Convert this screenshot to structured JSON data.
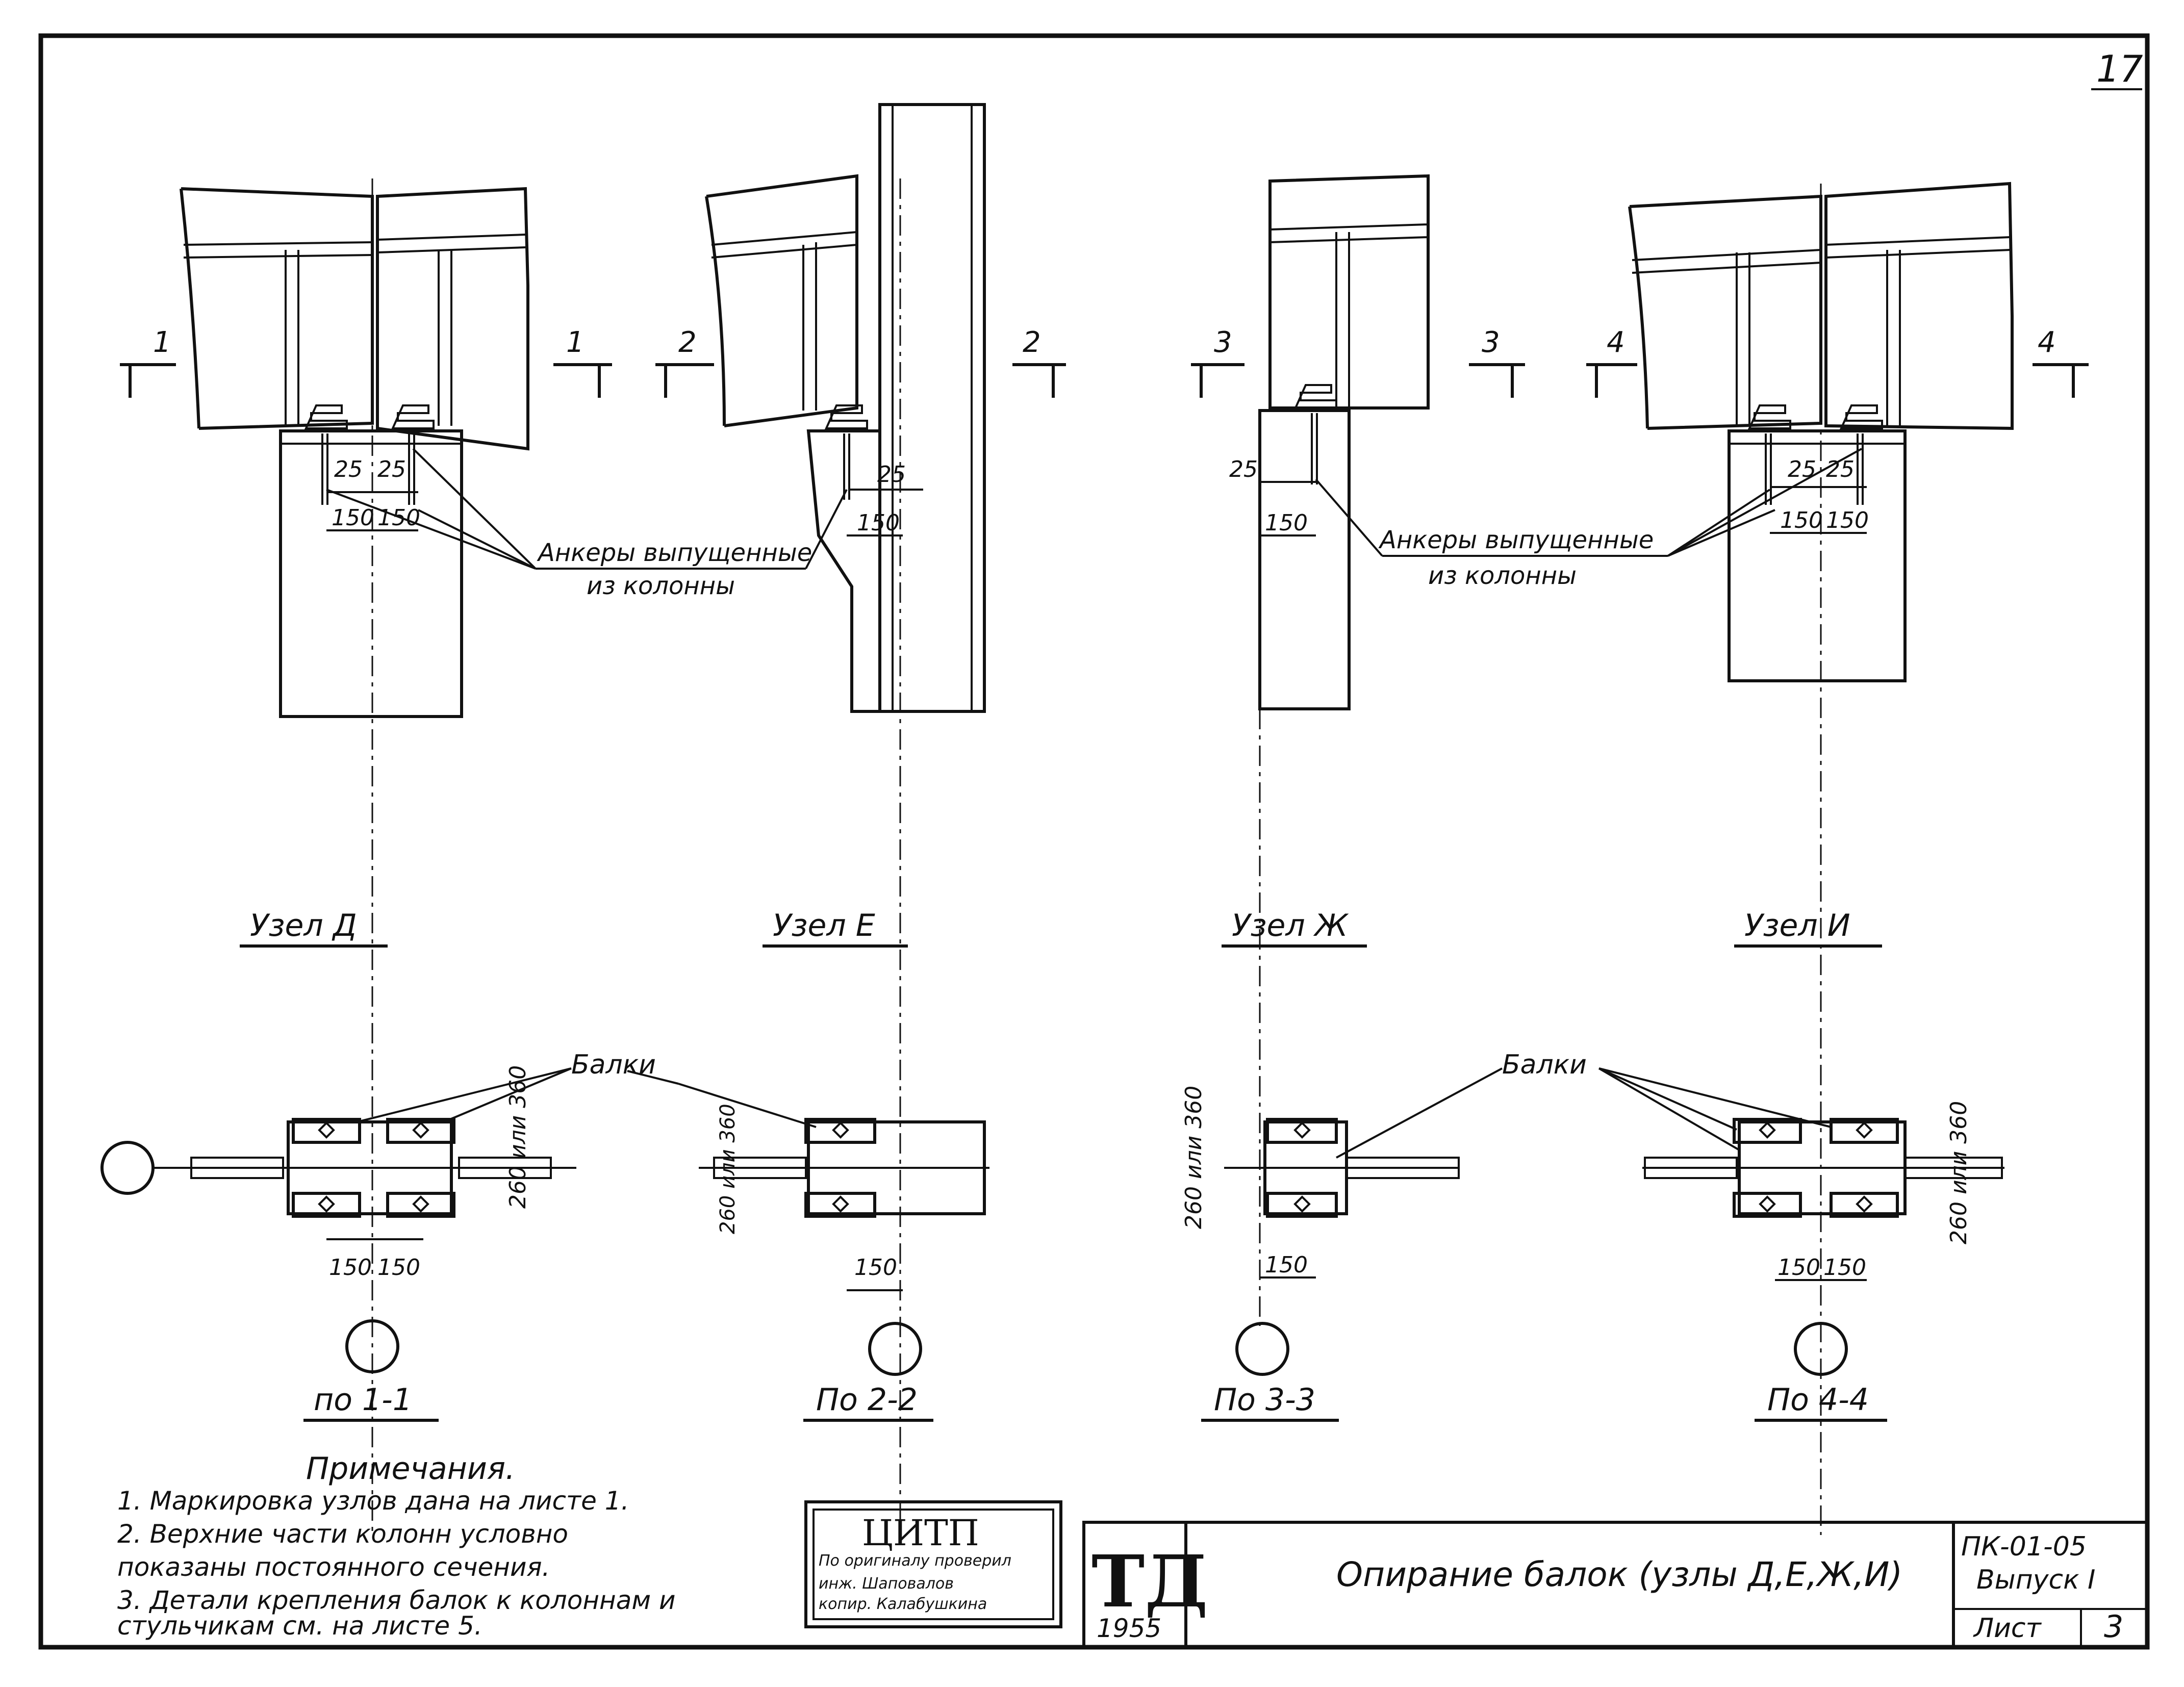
{
  "sheet": {
    "page_number": "17",
    "notes_title": "Примечания.",
    "notes": [
      "1. Маркировка узлов дана на листе 1.",
      "2. Верхние части колонн условно",
      "показаны постоянного сечения.",
      "3. Детали крепления балок к колоннам и",
      "стульчикам см. на листе 5."
    ],
    "stamp": {
      "org": "ЦИТП",
      "line1": "По оригиналу проверил",
      "line2": "инж. Шаповалов",
      "line3": "копир. Калабушкина"
    },
    "title_block": {
      "logo": "ТД",
      "year": "1955",
      "title": "Опирание балок (узлы Д,Е,Ж,И)",
      "code": "ПК-01-05",
      "issue": "Выпуск I",
      "sheet_label": "Лист",
      "sheet_no": "3"
    }
  },
  "nodes": [
    {
      "name": "Узел Д",
      "section": "по 1-1",
      "cut": "1",
      "dims": [
        "25",
        "25",
        "150",
        "150"
      ],
      "bottom_dims": [
        "150",
        "150"
      ],
      "height_dim": "260 или 360"
    },
    {
      "name": "Узел Е",
      "section": "По 2-2",
      "cut": "2",
      "dims": [
        "25",
        "150"
      ],
      "bottom_dims": [
        "150"
      ],
      "height_dim": "260 или 360"
    },
    {
      "name": "Узел Ж",
      "section": "По 3-3",
      "cut": "3",
      "dims": [
        "25",
        "150"
      ],
      "bottom_dims": [
        "150"
      ],
      "height_dim": "260 или 360"
    },
    {
      "name": "Узел И",
      "section": "По 4-4",
      "cut": "4",
      "dims": [
        "25",
        "25",
        "150",
        "150"
      ],
      "bottom_dims": [
        "150",
        "150"
      ],
      "height_dim": "260 или 360"
    }
  ],
  "labels": {
    "anchors_line1": "Анкеры выпущенные",
    "anchors_line2": "из колонны",
    "beams": "Балки"
  }
}
